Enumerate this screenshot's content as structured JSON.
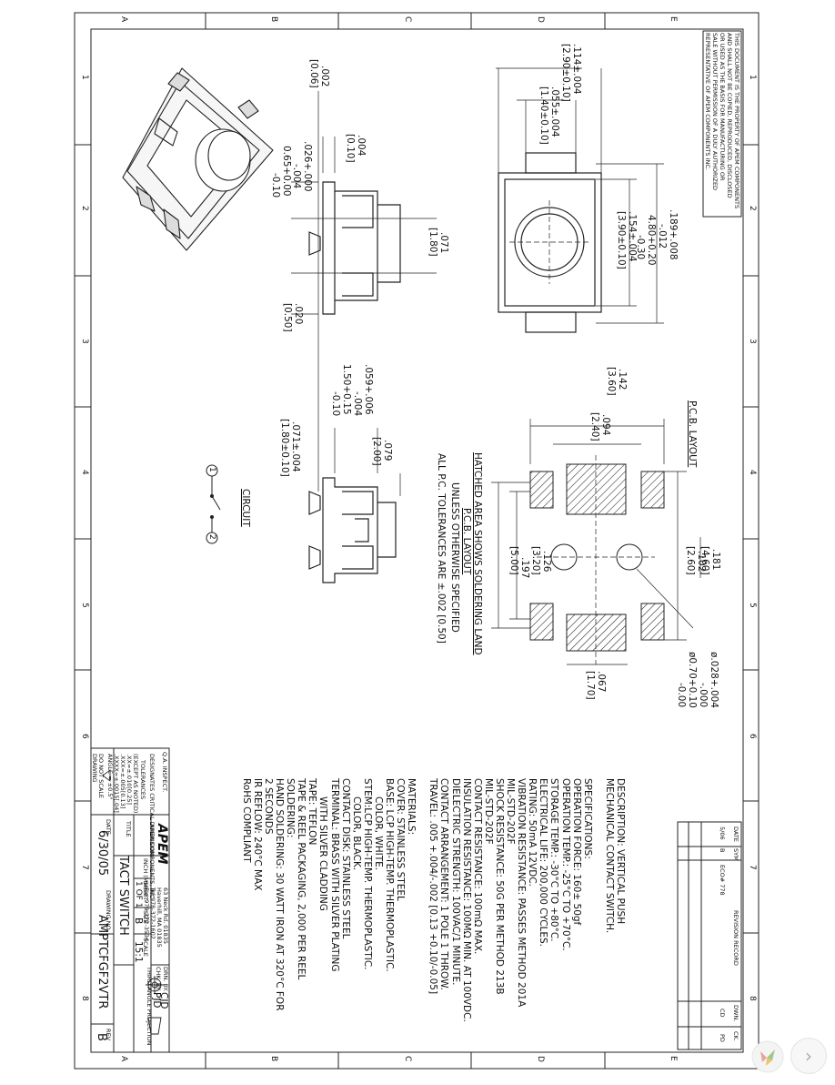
{
  "zones": {
    "letters": [
      "A",
      "B",
      "C",
      "D",
      "E"
    ],
    "numbers": [
      "1",
      "2",
      "3",
      "4",
      "5",
      "6",
      "7",
      "8"
    ]
  },
  "notice": [
    "THIS DOCUMENT IS THE PROPERTY OF APEM COMPONENTS",
    "AND SHALL NOT BE COPIED, REPRODUCED, DISCLOSED",
    "OR USED AS THE BASIS FOR MANUFACTURING OR",
    "SALE WITHOUT PERMISSION OF A DULY AUTHORIZED",
    "REPRESENTATIVE OF APEM COMPONENTS INC."
  ],
  "dims": {
    "d1": ".114±.004",
    "d1m": "[2.90±0.10]",
    "d2": ".055±.004",
    "d2m": "[1.40±0.10]",
    "d3": ".189+.008",
    "d3b": "-.012",
    "d3m": "4.80+0.20",
    "d3mb": "-0.30",
    "d4": ".154±.004",
    "d4m": "[3.90±0.10]",
    "d5": ".002",
    "d5m": "[0.06]",
    "d6": ".004",
    "d6m": "[0.10]",
    "d7": ".026+.000",
    "d7b": "-.004",
    "d7m": "0.65+0.00",
    "d7mb": "-0.10",
    "d8": ".071",
    "d8m": "[1.80]",
    "d9": ".020",
    "d9m": "[0.50]",
    "d10": ".059+.006",
    "d10b": "-.004",
    "d10m": "1.50+0.15",
    "d10mb": "-0.10",
    "d11": ".079",
    "d11m": "[2.00]",
    "d12": ".071±.004",
    "d12m": "[1.80±0.10]",
    "p1": ".142",
    "p1m": "[3.60]",
    "p2": ".094",
    "p2m": "[2.40]",
    "p3": ".181",
    "p3m": "[4.60]",
    "p4": ".102",
    "p4m": "[2.60]",
    "p5": ".126",
    "p5m": "[3.20]",
    "p6": ".197",
    "p6m": "[5.00]",
    "p7": ".067",
    "p7m": "[1.70]",
    "p8": "ø.028+.004",
    "p8b": "-.000",
    "p8m": "ø0.70+0.10",
    "p8mb": "-0.00"
  },
  "labels": {
    "pcb_layout": "P.C.B. LAYOUT",
    "hatched": "HATCHED AREA SHOWS SOLDERING LAND",
    "pcb_layout2": "P.C.B. LAYOUT",
    "unless": "UNLESS OTHERWISE SPECIFIED",
    "tolerance": "ALL P.C. TOLERANCES ARE ±.002 [0.50]",
    "circuit": "CIRCUIT",
    "c1": "1",
    "c2": "2"
  },
  "specs": [
    "DESCRIPTION: VERTICAL PUSH",
    "MECHANICAL CONTACT SWITCH.",
    "",
    "SPECIFICATIONS:",
    "OPERATION FORCE: 160± 50gf",
    "OPERATION TEMP.: -25°C TO +70°C.",
    "STORAGE TEMP.: -30°C TO +80°C.",
    "ELECTRICAL LIFE: 200,000 CYCLES.",
    "RATING: 50mA 12VDC.",
    "VIBRATION RESISTANCE: PASSES METHOD 201A",
    "MIL-STD-202F",
    "SHOCK RESISTANCE: 50G PER METHOD 213B",
    "MIL-STD-202F",
    "CONTACT RESISTANCE: 100mΩ MAX.",
    "INSULATION RESISTANCE: 100MΩ MIN. AT 100VDC.",
    "DIELECTRIC STRENGTH: 100VAC/1 MINUTE.",
    "CONTACT ARRANGEMENT: 1 POLE 1 THROW.",
    "TRAVEL: .005 +.004/-.002 [0.13 +0.10/-0.05]",
    "",
    "MATERIALS:",
    "COVER: STAINLESS STEEL",
    "BASE: LCP HIGH-TEMP. THERMOPLASTIC.",
    "      COLOR, WHITE.",
    "STEM:LCP HIGH-TEMP. THERMOPLASTIC.",
    "      COLOR, BLACK.",
    "CONTACT DISK: STAINLESS STEEL",
    "TERMINAL: BRASS WITH SILVER PLATING",
    "      WITH SILVER CLADDING",
    "TAPE: TEFLON",
    "TAPE & REEL PACKAGING, 2,000 PER REEL",
    "SOLDERING:",
    "HAND SOLDERING: 30 WATT IRON AT 320°C FOR",
    "2 SECONDS",
    "IR REFLOW: 240°C MAX",
    "RoHS COMPLIANT"
  ],
  "revision": {
    "headers": [
      "DATE",
      "SYM",
      "REVISION RECORD",
      "DWN.",
      "CK."
    ],
    "row": [
      "5/06",
      "B",
      "ECO# 778",
      "CD",
      "PD"
    ]
  },
  "titleblock": {
    "qa": "Q.A. INSPECT.",
    "designates": "DESIGNATES CRITICAL DIMENSION",
    "tolerances": "TOLERANCES",
    "tol_lines": [
      "(EXCEPT AS NOTED)",
      ".XX=±.010[0.25]",
      ".XXX=±.005[0.13]",
      ".XXXX=±.0015[.04]",
      "ANGLE = ±0.5°"
    ],
    "do_not_scale": "DO NOT SCALE DRAWING",
    "apem": "APEM",
    "apem_sub": "APEM COMPONENTS, INC.",
    "address": [
      "63 Neck Rd. 01835",
      "Haverhill, MA 01835",
      "Tel:978-372-1602",
      "Fax:978-372-3534"
    ],
    "drn_label": "DRN. BY.",
    "drn": "CJD",
    "chk_label": "CHK. BY.",
    "chk": "PJD",
    "projection": "THIRD ANGLE PROJECTION",
    "inch_label": "INCH (MM)",
    "sheet_label": "SHEET",
    "sheet": "1 OF 1",
    "size_label": "SIZE",
    "size": "B",
    "scale_label": "SCALE",
    "scale": "15:1",
    "title_label": "TITLE",
    "title": "TACT SWITCH",
    "date_label": "DATE",
    "date": "6/30/05",
    "dwgno_label": "DRAWING NO.",
    "dwgno": "AMPTCFGF2VTR",
    "rev_label": "REV",
    "rev": "B"
  }
}
